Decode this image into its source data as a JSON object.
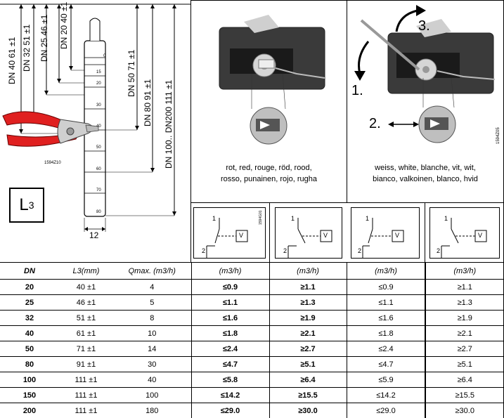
{
  "diagram": {
    "dn_labels": [
      "DN 40  61 ±1",
      "DN 32  51 ±1",
      "DN 25  46 ±1",
      "DN 20  40 ±1",
      "DN 50  71 ±1",
      "DN 80  91 ±1",
      "DN 100.. DN200   111 ±1"
    ],
    "scale_ticks": [
      "0",
      "15",
      "20",
      "30",
      "40",
      "50",
      "60",
      "70",
      "80"
    ],
    "width_label": "12",
    "figure_code": "1594Z10",
    "l3_main": "L",
    "l3_sub": "3"
  },
  "panel_red": {
    "caption_line1": "rot, red, rouge, röd, rood,",
    "caption_line2": "rosso, punainen, rojo, rugha"
  },
  "panel_white": {
    "caption_line1": "weiss, white, blanche, vit, wit,",
    "caption_line2": "bianco, valkoinen, blanco, hvid",
    "step1": "1.",
    "step2": "2.",
    "step3": "3.",
    "figure_code": "1594Z05"
  },
  "switches": {
    "label1": "1",
    "label2": "2",
    "v_label": "V",
    "figure_code": "1594G01"
  },
  "table": {
    "headers": [
      "DN",
      "L3(mm)",
      "Qmax. (m3/h)",
      "(m3/h)",
      "(m3/h)",
      "(m3/h)",
      "(m3/h)"
    ],
    "rows": [
      [
        "20",
        "40 ±1",
        "4",
        "≤0.9",
        "≥1.1",
        "≤0.9",
        "≥1.1"
      ],
      [
        "25",
        "46 ±1",
        "5",
        "≤1.1",
        "≥1.3",
        "≤1.1",
        "≥1.3"
      ],
      [
        "32",
        "51 ±1",
        "8",
        "≤1.6",
        "≥1.9",
        "≤1.6",
        "≥1.9"
      ],
      [
        "40",
        "61 ±1",
        "10",
        "≤1.8",
        "≥2.1",
        "≤1.8",
        "≥2.1"
      ],
      [
        "50",
        "71 ±1",
        "14",
        "≤2.4",
        "≥2.7",
        "≤2.4",
        "≥2.7"
      ],
      [
        "80",
        "91 ±1",
        "30",
        "≤4.7",
        "≥5.1",
        "≤4.7",
        "≥5.1"
      ],
      [
        "100",
        "111 ±1",
        "40",
        "≤5.8",
        "≥6.4",
        "≤5.9",
        "≥6.4"
      ],
      [
        "150",
        "111 ±1",
        "100",
        "≤14.2",
        "≥15.5",
        "≤14.2",
        "≥15.5"
      ],
      [
        "200",
        "111 ±1",
        "180",
        "≤29.0",
        "≥30.0",
        "≤29.0",
        "≥30.0"
      ]
    ]
  }
}
